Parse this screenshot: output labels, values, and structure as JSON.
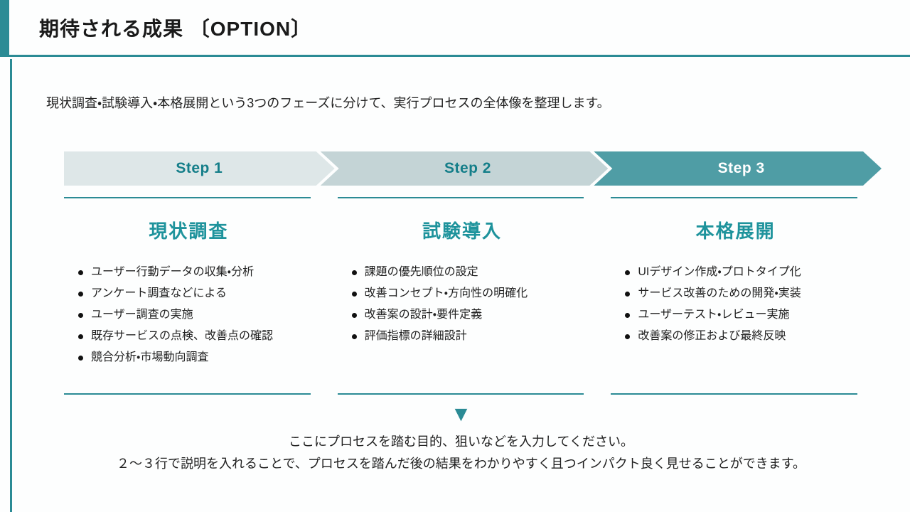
{
  "title": "期待される成果 〔OPTION〕",
  "intro": "現状調査・試験導入・本格展開という3つのフェーズに分けて、実行プロセスの全体像を整理します。",
  "steps": [
    {
      "banner": "Step 1",
      "heading": "現状調査",
      "bullets": [
        "ユーザー行動データの収集・分析",
        "アンケート調査などによる",
        "ユーザー調査の実施",
        "既存サービスの点検、改善点の確認",
        "競合分析・市場動向調査"
      ]
    },
    {
      "banner": "Step 2",
      "heading": "試験導入",
      "bullets": [
        "課題の優先順位の設定",
        "改善コンセプト・方向性の明確化",
        "改善案の設計・要件定義",
        "評価指標の詳細設計"
      ]
    },
    {
      "banner": "Step 3",
      "heading": "本格展開",
      "bullets": [
        "UIデザイン作成・プロトタイプ化",
        "サービス改善のための開発・実装",
        "ユーザーテスト・レビュー実施",
        "改善案の修正および最終反映"
      ]
    }
  ],
  "glyphs": {
    "down_triangle": "▼"
  },
  "footer": {
    "line1": "ここにプロセスを踏む目的、狙いなどを入力してください。",
    "line2": "２〜３行で説明を入れることで、プロセスを踏んだ後の結果をわかりやすく且つインパクト良く見せることができます。"
  },
  "colors": {
    "accent": "#2B8B95",
    "step1-bg": "#DEE7E8",
    "step2-bg": "#C4D4D6",
    "step3-bg": "#4F9DA5",
    "step-label": "#147E89",
    "step3-label": "#FFFFFF",
    "heading": "#1E939C",
    "text": "#212121"
  }
}
